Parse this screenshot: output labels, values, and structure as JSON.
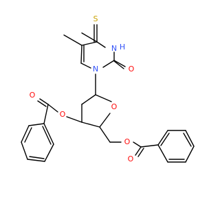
{
  "atoms": [
    {
      "key": "S",
      "text": "S",
      "color": "#c8a000"
    },
    {
      "key": "N3",
      "text": "N",
      "color": "#3050f8"
    },
    {
      "key": "H3",
      "text": "H",
      "color": "#3050f8"
    },
    {
      "key": "N1",
      "text": "N",
      "color": "#3050f8"
    },
    {
      "key": "O2",
      "text": "O",
      "color": "#ff0d0d"
    },
    {
      "key": "Or",
      "text": "O",
      "color": "#ff0d0d"
    },
    {
      "key": "Oe1",
      "text": "O",
      "color": "#ff0d0d"
    },
    {
      "key": "Oc1",
      "text": "O",
      "color": "#ff0d0d"
    },
    {
      "key": "Oe2",
      "text": "O",
      "color": "#ff0d0d"
    },
    {
      "key": "Oc2",
      "text": "O",
      "color": "#ff0d0d"
    }
  ]
}
